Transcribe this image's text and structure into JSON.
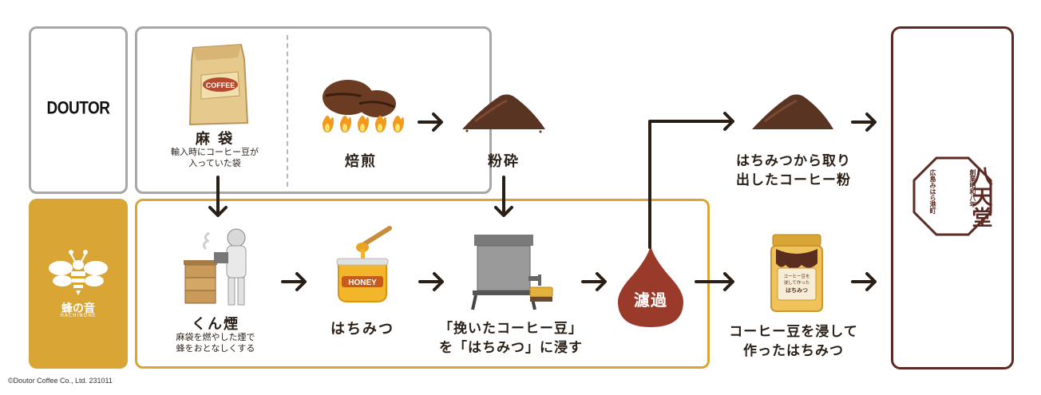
{
  "brands": {
    "doutor": "DOUTOR",
    "hachinone": "蜂の音",
    "hachinone_roman": "HACHINONE",
    "hakkendo_name": "八天堂",
    "hakkendo_side_left": "広島みはら港町",
    "hakkendo_side_right": "創業昭和八年"
  },
  "steps": {
    "burlap": {
      "title": "麻 袋",
      "sub1": "輸入時にコーヒー豆が",
      "sub2": "入っていた袋",
      "bag_text": "COFFEE"
    },
    "roast": {
      "title": "焙煎"
    },
    "grind": {
      "title": "粉砕"
    },
    "smoke": {
      "title": "くん煙",
      "sub1": "麻袋を燃やした煙で",
      "sub2": "蜂をおとなしくする"
    },
    "honey": {
      "title": "はちみつ",
      "jar_text": "HONEY"
    },
    "soak": {
      "line1": "「挽いたコーヒー豆」",
      "line2": "を「はちみつ」に浸す"
    },
    "filter": {
      "title": "濾過"
    },
    "grounds_out": {
      "line1": "はちみつから取り",
      "line2": "出したコーヒー粉"
    },
    "coffee_honey": {
      "line1": "コーヒー豆を浸して",
      "line2": "作ったはちみつ",
      "jar_line1": "コーヒー豆を",
      "jar_line2": "浸して作った",
      "jar_line3": "はちみつ"
    }
  },
  "footer": {
    "credit": "©Doutor Coffee Co., Ltd. 231011"
  },
  "colors": {
    "gray_border": "#a7a7a7",
    "gold": "#d9a635",
    "maroon": "#5c2a22",
    "drop": "#9a3a2a",
    "ink": "#2a1f17"
  }
}
